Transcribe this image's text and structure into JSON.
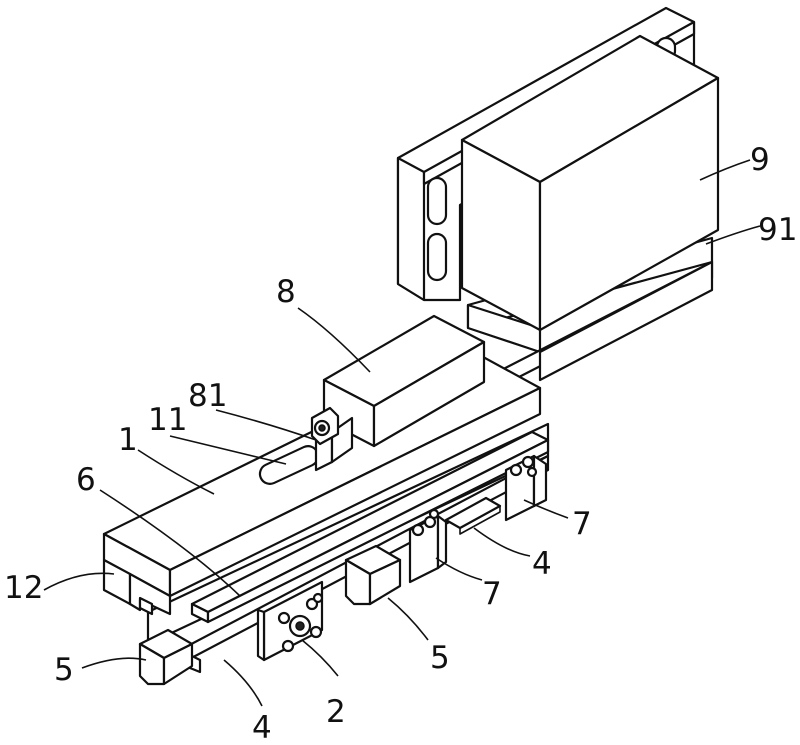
{
  "callouts": {
    "c9": "9",
    "c91": "91",
    "c8": "8",
    "c81": "81",
    "c11": "11",
    "c1": "1",
    "c6": "6",
    "c12": "12",
    "c5_left": "5",
    "c4_bottom": "4",
    "c2": "2",
    "c5_mid": "5",
    "c7_mid": "7",
    "c4_right": "4",
    "c7_right": "7"
  }
}
